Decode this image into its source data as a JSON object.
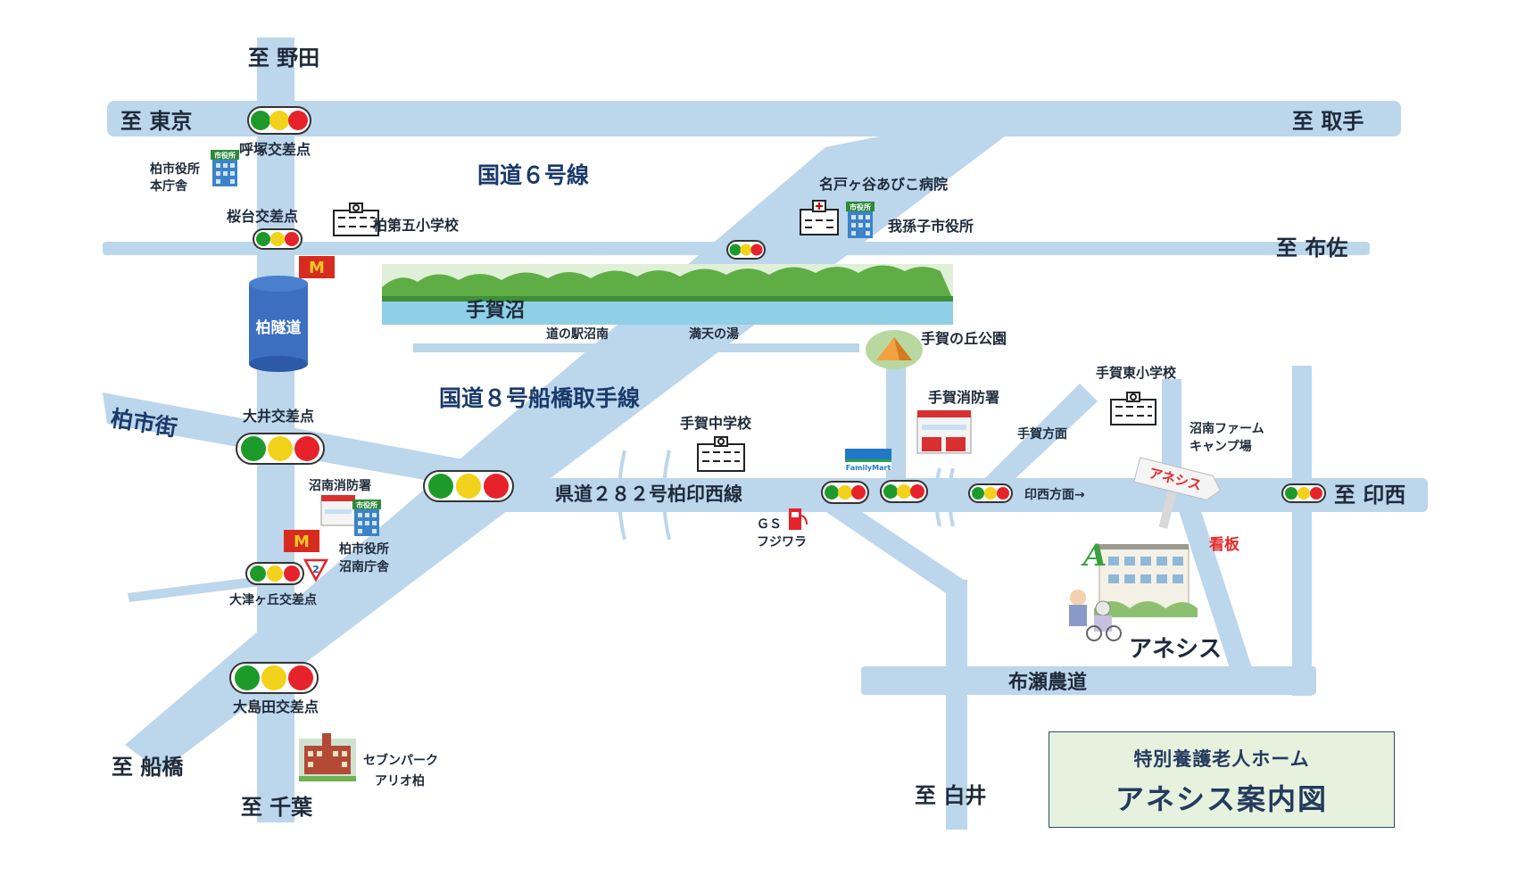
{
  "directions": {
    "noda": "至 野田",
    "tokyo": "至 東京",
    "toride": "至 取手",
    "fusa": "至 布佐",
    "inzai": "至 印西",
    "funabashi": "至 船橋",
    "chiba": "至 千葉",
    "shiroi": "至 白井"
  },
  "roads": {
    "route6": "国道６号線",
    "route8": "国道８号船橋取手線",
    "prefecture282": "県道２８２号柏印西線",
    "kashiwa_kaido": "柏市街",
    "fuse_nodo": "布瀬農道",
    "kashiwa_tunnel": "柏隧道"
  },
  "intersections": {
    "yobizuka": "呼塚交差点",
    "sakuradai": "桜台交差点",
    "ooi": "大井交差点",
    "ootsugaoka": "大津ヶ丘交差点",
    "ooshimada": "大島田交差点"
  },
  "places": {
    "city_hall_main": [
      "柏市役所",
      "本庁舎"
    ],
    "school5": "柏第五小学校",
    "hospital": "名戸ヶ谷あびこ病院",
    "abiko_city_hall": "我孫子市役所",
    "teganuma": "手賀沼",
    "michinoeki": "道の駅沼南",
    "manten": "満天の湯",
    "tega_park": "手賀の丘公園",
    "tega_higashi_school": "手賀東小学校",
    "tega_fire": "手賀消防署",
    "tega_direction": "手賀方面",
    "tega_junior_high": "手賀中学校",
    "shonan_fire": "沼南消防署",
    "city_hall_shonan": [
      "柏市役所",
      "沼南庁舎"
    ],
    "gas_station": [
      "ＧＳ",
      "フジワラ"
    ],
    "inzai_direction": "印西方面→",
    "farm_camp": [
      "沼南ファーム",
      "キャンプ場"
    ],
    "seven_park": [
      "セブンパーク",
      "アリオ柏"
    ],
    "sign": "アネシス",
    "sign_label": "看板",
    "anesis": "アネシス",
    "familymart": "FamilyMart",
    "city_hall_badge": "市役所",
    "mcd": "M",
    "route_shield": "2"
  },
  "legend": {
    "subtitle": "特別養護老人ホーム",
    "title": "アネシス案内図"
  },
  "colors": {
    "road": "#bcd6ec",
    "signal_green": "#1e9a2a",
    "signal_yellow": "#f2d21a",
    "signal_red": "#e6232a",
    "accent_red": "#e8282c",
    "legend_bg": "#e6f1de"
  }
}
